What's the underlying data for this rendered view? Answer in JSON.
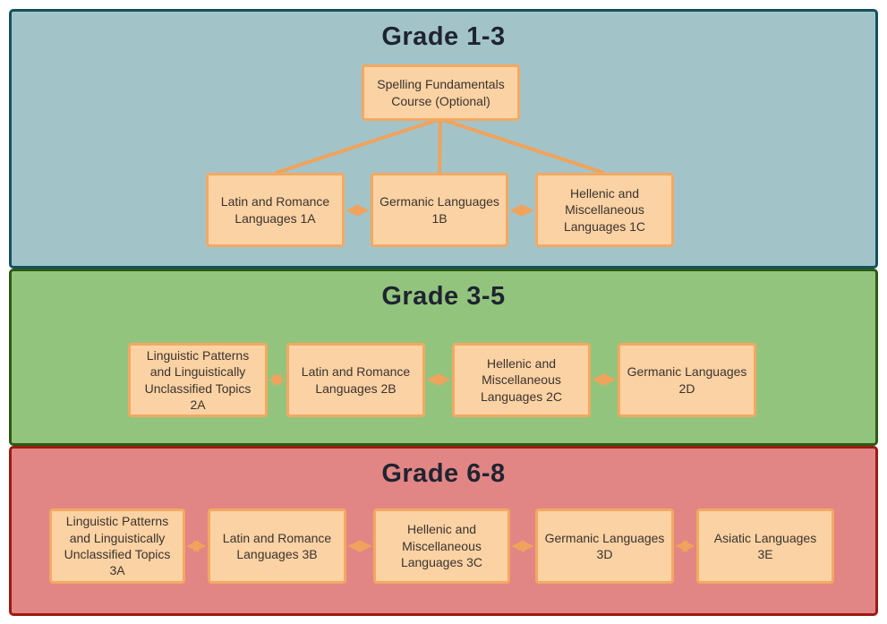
{
  "diagram": {
    "type": "curriculum-flowchart",
    "node_style": {
      "fill": "#fbd2a4",
      "border": "#f3a961",
      "text_color": "#3b332d"
    },
    "connector_color": "#f0a35c",
    "title_color": "#1f2430"
  },
  "sections": [
    {
      "id": "grade-1-3",
      "title": "Grade 1-3",
      "fill": "#a2c4c9",
      "border": "#15505c",
      "boxes": [
        {
          "id": "spelling-fundamentals",
          "label": "Spelling Fundamentals Course (Optional)"
        },
        {
          "id": "latin-1a",
          "label": "Latin and Romance Languages 1A"
        },
        {
          "id": "germanic-1b",
          "label": "Germanic Languages 1B"
        },
        {
          "id": "hellenic-1c",
          "label": "Hellenic and Miscellaneous Languages 1C"
        }
      ]
    },
    {
      "id": "grade-3-5",
      "title": "Grade 3-5",
      "fill": "#93c47d",
      "border": "#2c5a14",
      "boxes": [
        {
          "id": "linguistic-2a",
          "label": "Linguistic Patterns and Linguistically Unclassified Topics 2A"
        },
        {
          "id": "latin-2b",
          "label": "Latin and Romance Languages 2B"
        },
        {
          "id": "hellenic-2c",
          "label": "Hellenic and Miscellaneous Languages 2C"
        },
        {
          "id": "germanic-2d",
          "label": "Germanic Languages 2D"
        }
      ]
    },
    {
      "id": "grade-6-8",
      "title": "Grade 6-8",
      "fill": "#e28585",
      "border": "#9a1b12",
      "boxes": [
        {
          "id": "linguistic-3a",
          "label": "Linguistic Patterns and Linguistically Unclassified Topics 3A"
        },
        {
          "id": "latin-3b",
          "label": "Latin and Romance Languages 3B"
        },
        {
          "id": "hellenic-3c",
          "label": "Hellenic and Miscellaneous Languages 3C"
        },
        {
          "id": "germanic-3d",
          "label": "Germanic Languages 3D"
        },
        {
          "id": "asiatic-3e",
          "label": "Asiatic Languages 3E"
        }
      ]
    }
  ],
  "connections": [
    {
      "from": "spelling-fundamentals",
      "to": "latin-1a",
      "type": "line"
    },
    {
      "from": "spelling-fundamentals",
      "to": "germanic-1b",
      "type": "line"
    },
    {
      "from": "spelling-fundamentals",
      "to": "hellenic-1c",
      "type": "line"
    },
    {
      "from": "latin-1a",
      "to": "germanic-1b",
      "type": "double-arrow"
    },
    {
      "from": "germanic-1b",
      "to": "hellenic-1c",
      "type": "double-arrow"
    },
    {
      "from": "linguistic-2a",
      "to": "latin-2b",
      "type": "double-arrow"
    },
    {
      "from": "latin-2b",
      "to": "hellenic-2c",
      "type": "double-arrow"
    },
    {
      "from": "hellenic-2c",
      "to": "germanic-2d",
      "type": "double-arrow"
    },
    {
      "from": "linguistic-3a",
      "to": "latin-3b",
      "type": "double-arrow"
    },
    {
      "from": "latin-3b",
      "to": "hellenic-3c",
      "type": "double-arrow"
    },
    {
      "from": "hellenic-3c",
      "to": "germanic-3d",
      "type": "double-arrow"
    },
    {
      "from": "germanic-3d",
      "to": "asiatic-3e",
      "type": "double-arrow"
    }
  ]
}
